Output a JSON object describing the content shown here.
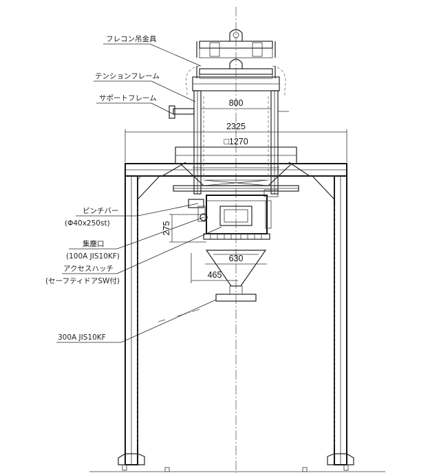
{
  "labels": {
    "flecon_hanger": "フレコン吊金具",
    "tension_frame": "テンションフレーム",
    "support_frame": "サポートフレーム",
    "pinch_bar": "ピンチバー",
    "pinch_bar_spec": "(Φ40x250st)",
    "dust_port": "集塵口",
    "dust_port_spec": "(100A JIS10KF)",
    "access_hatch": "アクセスハッチ",
    "access_hatch_spec": "(セーフティドアSW付)",
    "outlet": "300A JIS10KF"
  },
  "dimensions": {
    "d800": "800",
    "d2325": "2325",
    "d1270": "□1270",
    "d275": "275",
    "d630": "630",
    "d465": "465"
  }
}
